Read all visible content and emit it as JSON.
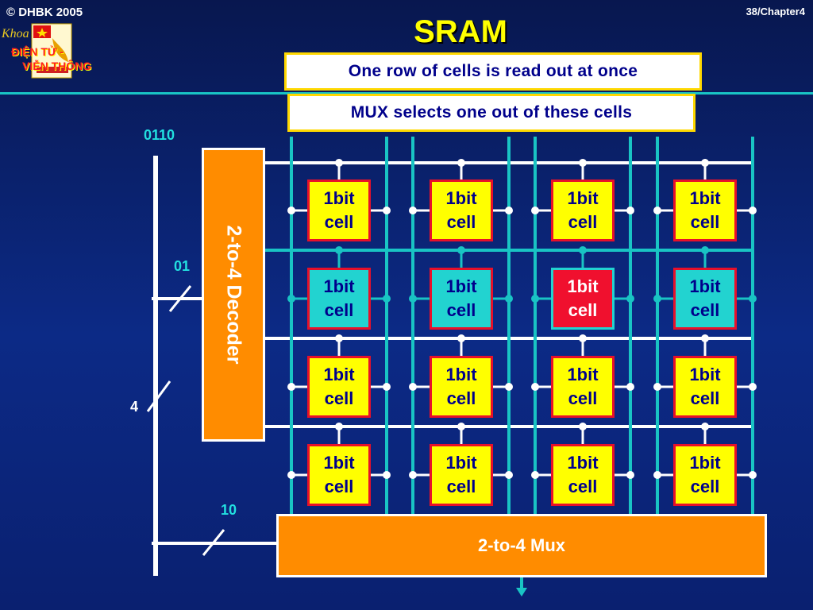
{
  "header": {
    "copyright": "© DHBK 2005",
    "slide_number": "38/Chapter4",
    "title": "SRAM"
  },
  "logo": {
    "script_text": "Khoa",
    "line1": "ĐIỆN TỬ -",
    "line2": "VIỄN THÔNG"
  },
  "callouts": {
    "row_readout": "One row of cells is read out at once",
    "mux_select": "MUX selects one out of these cells"
  },
  "address": {
    "full": "0110",
    "row_bits": "01",
    "col_bits": "10",
    "bus_width": "4"
  },
  "decoder": {
    "label": "2-to-4 Decoder"
  },
  "mux": {
    "label": "2-to-4 Mux"
  },
  "cells": {
    "line1": "1bit",
    "line2": "cell",
    "rows": 4,
    "cols": 4,
    "selected_row_index": 1,
    "selected_col_index": 2
  },
  "colors": {
    "background": "#0a1f6e",
    "wire": "#19c4c4",
    "cell_fill": "#ffff00",
    "selected_row_fill": "#22d3d0",
    "selected_cell_fill": "#f0102e",
    "block_fill": "#ff8c00",
    "callout_border": "#ffd800"
  }
}
